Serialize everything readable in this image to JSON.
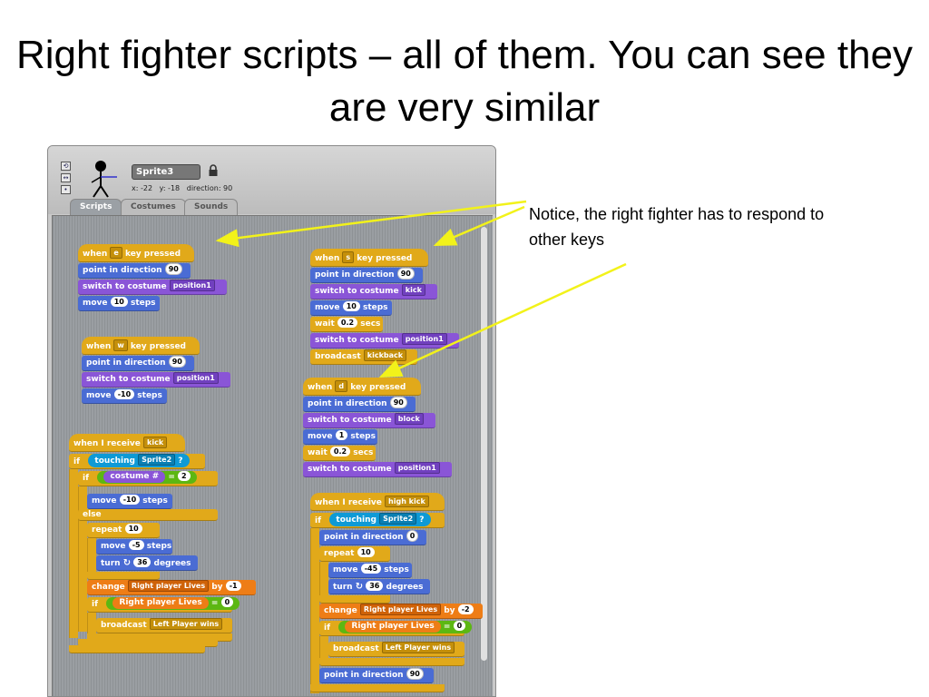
{
  "slide": {
    "title": "Right fighter scripts – all of them. You can see they are very similar",
    "note": "Notice, the right fighter has to respond to other keys"
  },
  "sprite": {
    "name": "Sprite3",
    "info": "x: -22   y: -18   direction: 90"
  },
  "tabs": [
    "Scripts",
    "Costumes",
    "Sounds"
  ],
  "scripts": {
    "s1": {
      "hat": [
        "when",
        "e",
        "key pressed"
      ],
      "b1": [
        "point in direction",
        "90"
      ],
      "b2": [
        "switch to costume",
        "position1"
      ],
      "b3": [
        "move",
        "10",
        "steps"
      ]
    },
    "s2": {
      "hat": [
        "when",
        "w",
        "key pressed"
      ],
      "b1": [
        "point in direction",
        "90"
      ],
      "b2": [
        "switch to costume",
        "position1"
      ],
      "b3": [
        "move",
        "-10",
        "steps"
      ]
    },
    "s3": {
      "hat": [
        "when",
        "s",
        "key pressed"
      ],
      "b1": [
        "point in direction",
        "90"
      ],
      "b2": [
        "switch to costume",
        "kick"
      ],
      "b3": [
        "move",
        "10",
        "steps"
      ],
      "b4": [
        "wait",
        "0.2",
        "secs"
      ],
      "b5": [
        "switch to costume",
        "position1"
      ],
      "b6": [
        "broadcast",
        "kickback"
      ]
    },
    "s4": {
      "hat": [
        "when",
        "d",
        "key pressed"
      ],
      "b1": [
        "point in direction",
        "90"
      ],
      "b2": [
        "switch to costume",
        "block"
      ],
      "b3": [
        "move",
        "1",
        "steps"
      ],
      "b4": [
        "wait",
        "0.2",
        "secs"
      ],
      "b5": [
        "switch to costume",
        "position1"
      ]
    },
    "s5": {
      "hat": [
        "when I receive",
        "kick"
      ],
      "if1": [
        "if",
        "touching",
        "Sprite2",
        "?"
      ],
      "if2": [
        "if",
        "costume #",
        "=",
        "2"
      ],
      "move1": [
        "move",
        "-10",
        "steps"
      ],
      "else": "else",
      "repeat": [
        "repeat",
        "10"
      ],
      "move2": [
        "move",
        "-5",
        "steps"
      ],
      "turn": [
        "turn",
        "↻",
        "36",
        "degrees"
      ],
      "change": [
        "change",
        "Right player Lives",
        "by",
        "-1"
      ],
      "if3": [
        "if",
        "Right player Lives",
        "=",
        "0"
      ],
      "broadcast": [
        "broadcast",
        "Left Player wins"
      ]
    },
    "s6": {
      "hat": [
        "when I receive",
        "high kick"
      ],
      "if1": [
        "if",
        "touching",
        "Sprite2",
        "?"
      ],
      "point1": [
        "point in direction",
        "0"
      ],
      "repeat": [
        "repeat",
        "10"
      ],
      "move": [
        "move",
        "-45",
        "steps"
      ],
      "turn": [
        "turn",
        "↻",
        "36",
        "degrees"
      ],
      "change": [
        "change",
        "Right player Lives",
        "by",
        "-2"
      ],
      "if2": [
        "if",
        "Right player Lives",
        "=",
        "0"
      ],
      "broadcast": [
        "broadcast",
        "Left Player wins"
      ],
      "point2": [
        "point in direction",
        "90"
      ]
    }
  },
  "colors": {
    "control": "#e1a91a",
    "motion": "#4a6cd4",
    "looks": "#8a55d7",
    "sensing": "#0e9ad6",
    "operators": "#5cb712",
    "variables": "#ee7d16",
    "annotation_arrow": "#f2f21a"
  }
}
